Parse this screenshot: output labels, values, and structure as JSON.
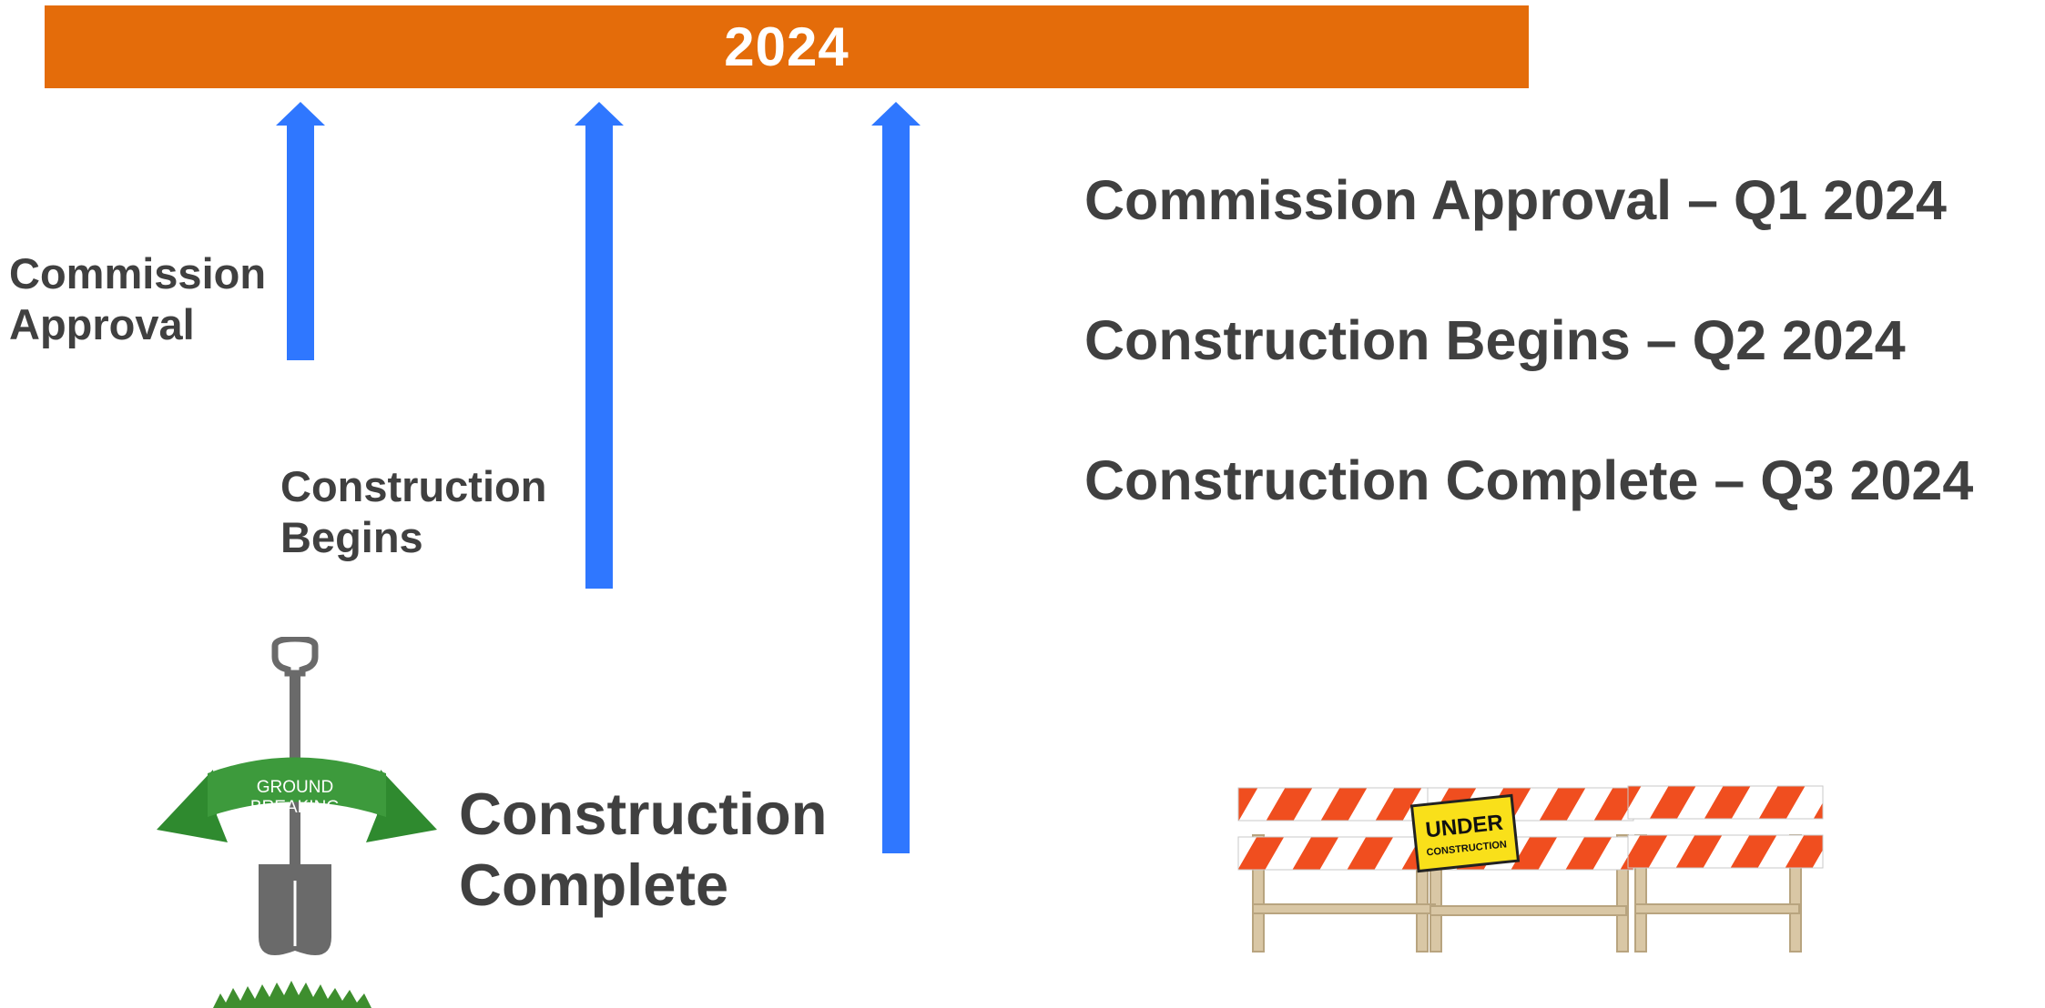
{
  "colors": {
    "timeline_bar": "#E46C0A",
    "arrow": "#2F77FF",
    "text": "#404040",
    "ribbon": "#3D9A3C",
    "barricade_stripe": "#F04E1F",
    "sign": "#F9E01A"
  },
  "timeline": {
    "year": "2024"
  },
  "arrows": [
    {
      "label_lines": [
        "Commission",
        "Approval"
      ]
    },
    {
      "label_lines": [
        "Construction",
        "Begins"
      ]
    },
    {
      "label_lines": [
        "Construction",
        "Complete"
      ]
    }
  ],
  "milestones": [
    "Commission Approval – Q1 2024",
    "Construction Begins – Q2 2024",
    "Construction Complete – Q3 2024"
  ],
  "images": {
    "ground_breaking": {
      "icon": "shovel-icon",
      "ribbon_lines": [
        "GROUND",
        "BREAKING"
      ]
    },
    "barricade": {
      "icon": "barricade-icon",
      "sign_lines": [
        "UNDER",
        "CONSTRUCTION"
      ]
    }
  }
}
